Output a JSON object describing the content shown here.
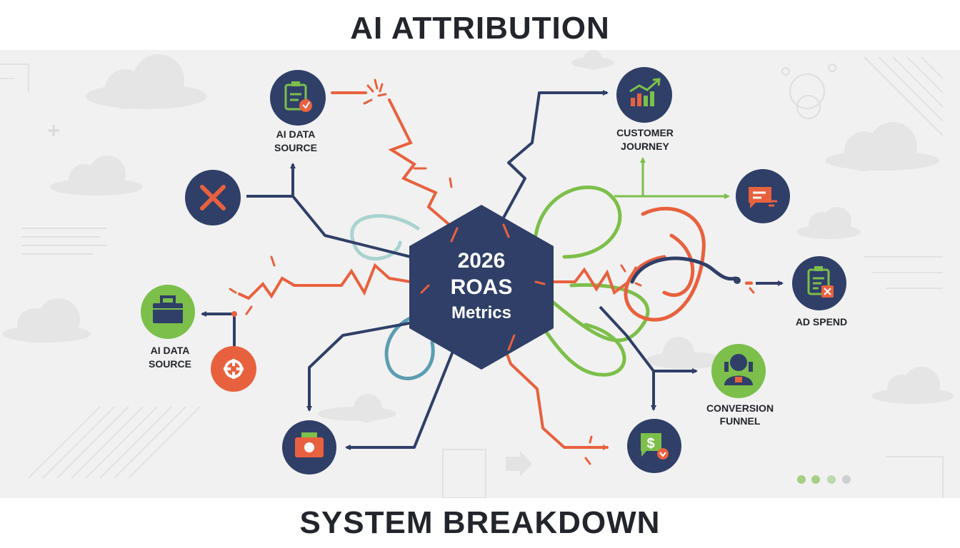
{
  "header": {
    "title": "AI ATTRIBUTION"
  },
  "footer": {
    "title": "SYSTEM BREAKDOWN"
  },
  "center": {
    "line1": "2026",
    "line2": "ROAS",
    "line3": "Metrics"
  },
  "nodes": {
    "ai_data_source_top": {
      "label_line1": "AI DATA",
      "label_line2": "SOURCE",
      "icon": "clipboard-check-icon"
    },
    "ai_data_source_left": {
      "label_line1": "AI DATA",
      "label_line2": "SOURCE",
      "icon": "briefcase-icon"
    },
    "customer_journey": {
      "label_line1": "CUSTOMER",
      "label_line2": "JOURNEY",
      "icon": "bar-chart-growth-icon"
    },
    "ad_spend": {
      "label_line1": "AD SPEND",
      "icon": "clipboard-x-icon"
    },
    "conversion_funnel": {
      "label_line1": "CONVERSION",
      "label_line2": "FUNNEL",
      "icon": "person-icon"
    },
    "error_node": {
      "icon": "x-icon"
    },
    "feedback_node": {
      "icon": "message-icon"
    },
    "target_node": {
      "icon": "crosshair-icon"
    },
    "camera_node": {
      "icon": "camera-icon"
    },
    "money_node": {
      "icon": "dollar-bubble-icon"
    }
  },
  "colors": {
    "navy": "#2f3f68",
    "red": "#e8613e",
    "green": "#7cbf4a",
    "teal": "#5b9db1",
    "background": "#f1f1f1",
    "title": "#22252b"
  }
}
